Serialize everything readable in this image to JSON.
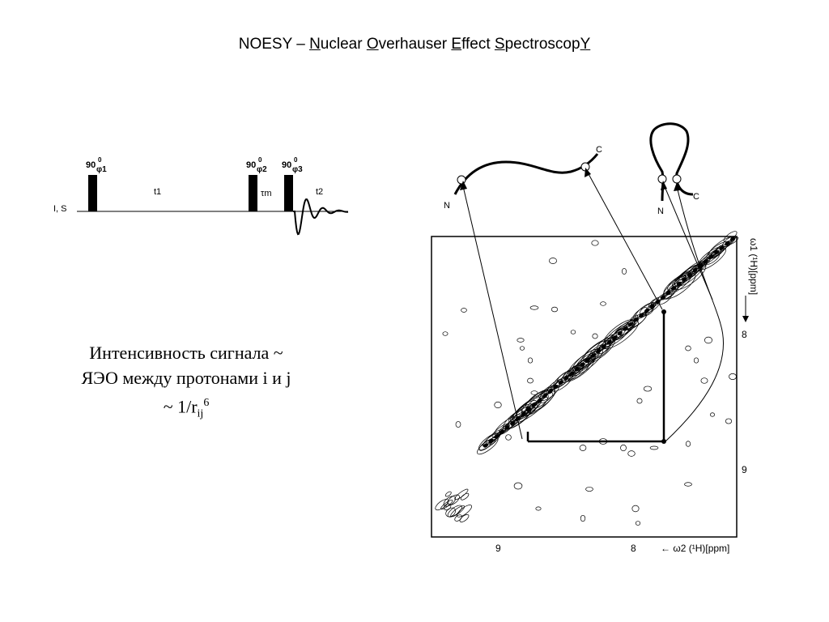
{
  "title": {
    "prefix": "NOESY – ",
    "words": [
      {
        "cap": "N",
        "rest": "uclear "
      },
      {
        "cap": "O",
        "rest": "verhauser "
      },
      {
        "cap": "E",
        "rest": "ffect "
      },
      {
        "cap": "S",
        "rest": "pectroscop"
      },
      {
        "cap": "Y",
        "rest": ""
      }
    ]
  },
  "pulse_sequence": {
    "channel": "I, S",
    "pulse1": {
      "angle": "90",
      "deg": "0",
      "phase": "φ1"
    },
    "pulse2": {
      "angle": "90",
      "deg": "0",
      "phase": "φ2"
    },
    "pulse3": {
      "angle": "90",
      "deg": "0",
      "phase": "φ3"
    },
    "delay1": "t1",
    "mixing": "τm",
    "delay2": "t2"
  },
  "formula": {
    "line1": "Интенсивность сигнала ~",
    "line2": "ЯЭО между протонами i и j",
    "line3_prefix": "~ 1/r",
    "line3_sub": "ij",
    "line3_sup": "6"
  },
  "spectrum": {
    "x_axis": {
      "ticks": [
        "9",
        "8"
      ],
      "label": "← ω2 (¹H)[ppm]"
    },
    "y_axis": {
      "ticks": [
        "8",
        "9"
      ],
      "label": "ω1 (¹H)[ppm]"
    }
  },
  "peptides": {
    "extended": {
      "n_label": "N",
      "c_label": "C"
    },
    "folded": {
      "n_label": "N",
      "c_label": "C"
    }
  },
  "colors": {
    "ink": "#000000",
    "background": "#ffffff"
  }
}
